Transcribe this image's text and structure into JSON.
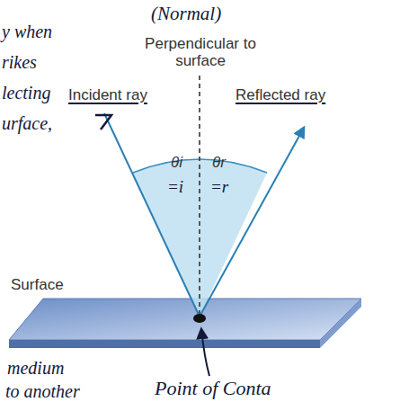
{
  "diagram": {
    "labels": [
      "(Normal)",
      "y when",
      "Perpendicular to surface",
      "rikes",
      "Incident ray",
      "Reflected ray",
      "θi",
      "θr",
      "lecting",
      "=i",
      "=r",
      "urface,",
      "Surface",
      "medium",
      "to another",
      "Point of Conta"
    ]
  }
}
